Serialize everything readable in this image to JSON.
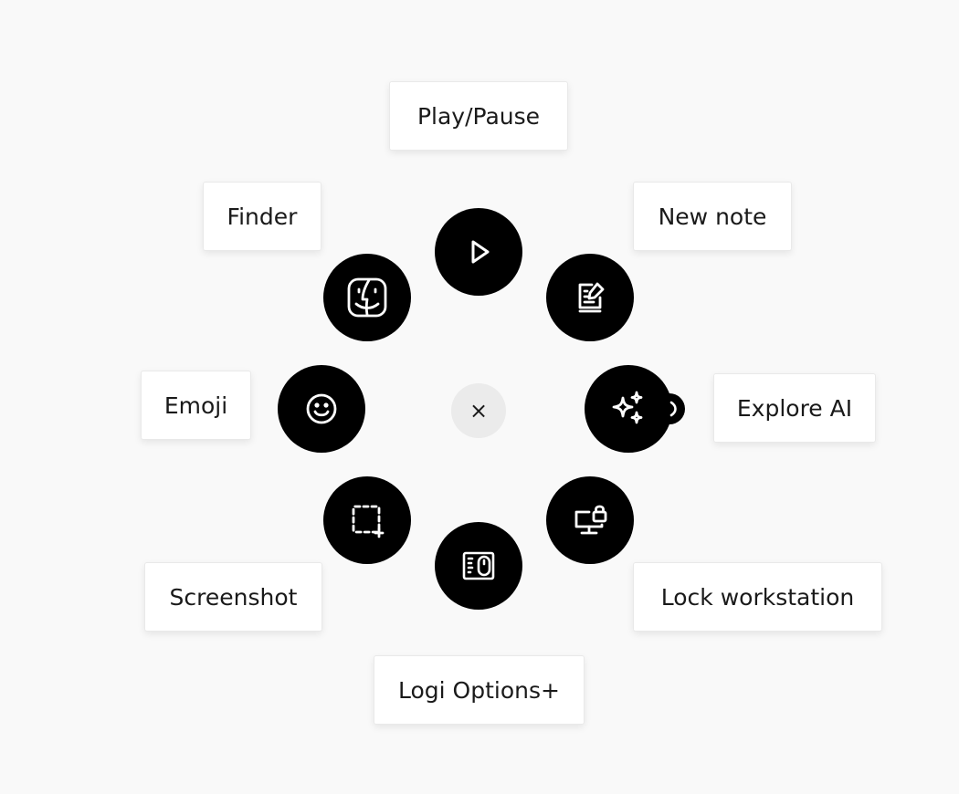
{
  "close": {
    "icon": "close-icon",
    "glyph": "×"
  },
  "actions": [
    {
      "id": "play-pause",
      "label": "Play/Pause",
      "icon": "play-icon"
    },
    {
      "id": "new-note",
      "label": "New note",
      "icon": "note-edit-icon"
    },
    {
      "id": "explore-ai",
      "label": "Explore AI",
      "icon": "sparkles-icon"
    },
    {
      "id": "lock-workstation",
      "label": "Lock workstation",
      "icon": "monitor-lock-icon"
    },
    {
      "id": "logi-options",
      "label": "Logi Options+",
      "icon": "logi-options-icon"
    },
    {
      "id": "screenshot",
      "label": "Screenshot",
      "icon": "screenshot-icon"
    },
    {
      "id": "emoji",
      "label": "Emoji",
      "icon": "emoji-icon"
    },
    {
      "id": "finder",
      "label": "Finder",
      "icon": "finder-icon"
    }
  ]
}
